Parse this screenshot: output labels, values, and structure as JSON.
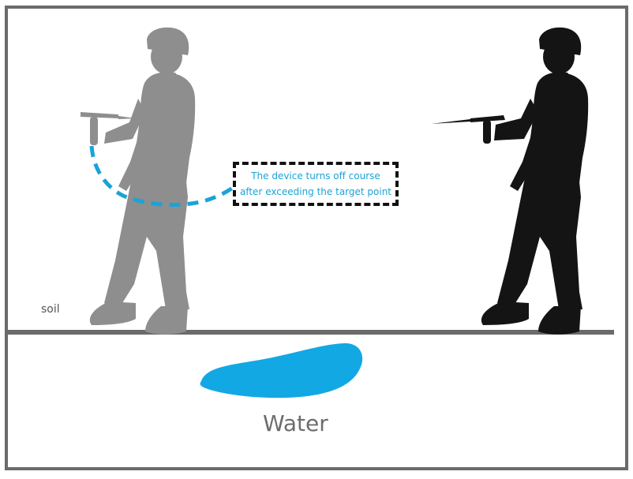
{
  "labels": {
    "callout_line1": "The device turns off course",
    "callout_line2": "after exceeding the target point",
    "soil": "soil",
    "water": "Water"
  },
  "colors": {
    "frame": "#6b6b6b",
    "ground": "#6b6b6b",
    "ghost_person": "#8e8e8e",
    "person": "#141414",
    "water": "#12a8e3",
    "accent_dashed_path": "#1ba3d7",
    "callout_border": "#111111"
  },
  "icons": {
    "ghost_person": "walking-person-silhouette-icon",
    "person": "walking-person-silhouette-icon",
    "device": "water-detector-device-icon"
  }
}
